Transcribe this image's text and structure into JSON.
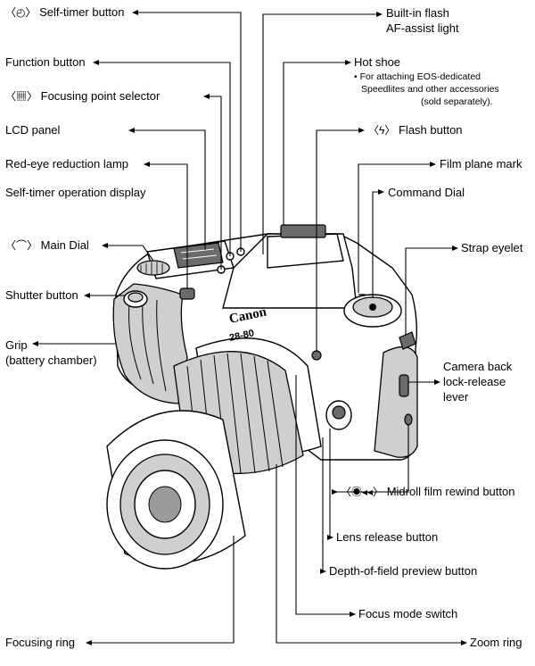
{
  "labels": {
    "self_timer_button": "Self-timer button",
    "self_timer_icon": "〈◴〉",
    "function_button": "Function button",
    "focusing_point_selector": "Focusing point selector",
    "focusing_point_icon": "〈▦〉",
    "lcd_panel": "LCD panel",
    "red_eye_lamp": "Red-eye reduction lamp",
    "self_timer_display": "Self-timer operation display",
    "main_dial": "Main Dial",
    "main_dial_icon": "〈⌒〉",
    "shutter_button": "Shutter button",
    "grip_line1": "Grip",
    "grip_line2": "(battery chamber)",
    "focusing_ring": "Focusing ring",
    "builtin_flash_line1": "Built-in flash",
    "builtin_flash_line2": "AF-assist light",
    "hot_shoe": "Hot shoe",
    "hot_shoe_note1": "• For attaching EOS-dedicated",
    "hot_shoe_note2": "Speedlites and other accessories",
    "hot_shoe_note3": "(sold separately).",
    "flash_button": "Flash button",
    "flash_icon": "〈ϟ〉",
    "film_plane_mark": "Film plane mark",
    "command_dial": "Command Dial",
    "strap_eyelet": "Strap eyelet",
    "camera_back_line1": "Camera back",
    "camera_back_line2": "lock-release",
    "camera_back_line3": "lever",
    "midroll_rewind": "Midroll film rewind button",
    "midroll_icon": "〈◉◂◂〉",
    "lens_release": "Lens release button",
    "dof_preview": "Depth-of-field preview button",
    "focus_mode_switch": "Focus mode switch",
    "zoom_ring": "Zoom ring"
  },
  "camera_text": {
    "brand": "Canon",
    "lens_focal": "28-80"
  }
}
